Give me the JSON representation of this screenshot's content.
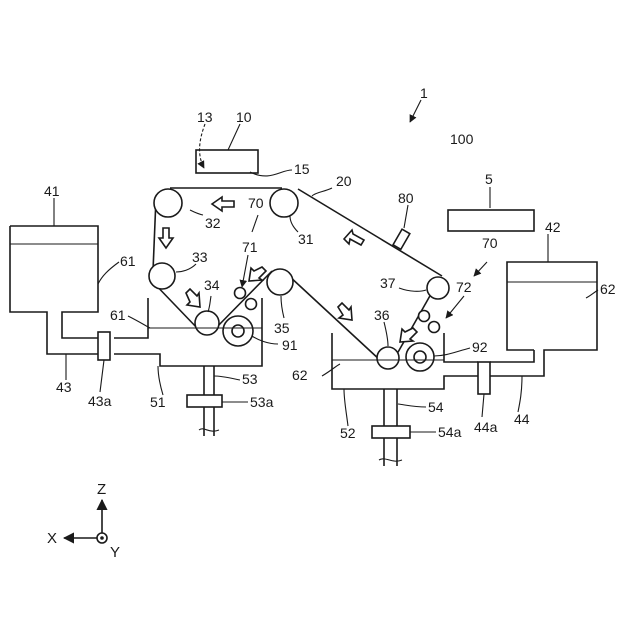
{
  "labels": {
    "l1": "1",
    "l100": "100",
    "l13": "13",
    "l10": "10",
    "l15": "15",
    "l20": "20",
    "l80": "80",
    "l5": "5",
    "l41": "41",
    "l61a": "61",
    "l61b": "61",
    "l42": "42",
    "l62a": "62",
    "l62b": "62",
    "l32": "32",
    "l31": "31",
    "l33": "33",
    "l34": "34",
    "l35": "35",
    "l36": "36",
    "l37": "37",
    "l70a": "70",
    "l70b": "70",
    "l71": "71",
    "l72": "72",
    "l91": "91",
    "l92": "92",
    "l43": "43",
    "l43a": "43a",
    "l51": "51",
    "l53": "53",
    "l53a": "53a",
    "l52": "52",
    "l54": "54",
    "l54a": "54a",
    "l44a": "44a",
    "l44": "44"
  },
  "axes": {
    "z": "Z",
    "x": "X",
    "y": "Y"
  }
}
